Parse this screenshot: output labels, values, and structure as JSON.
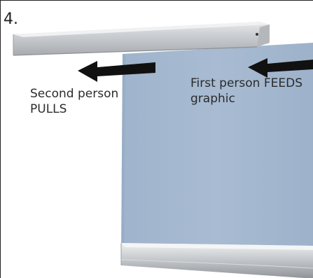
{
  "step": {
    "number": "4."
  },
  "labels": {
    "second_person": {
      "line1": "Second person",
      "line2": "PULLS"
    },
    "first_person": {
      "line1": "First person FEEDS",
      "line2": "graphic"
    }
  },
  "colors": {
    "graphic_panel": "#a5b8cf",
    "rail": "#c9ccd0",
    "arrow": "#111111",
    "text": "#2b2b2b"
  },
  "icons": {
    "left_arrow": "arrow-left-icon",
    "right_arrow": "arrow-left-icon"
  }
}
